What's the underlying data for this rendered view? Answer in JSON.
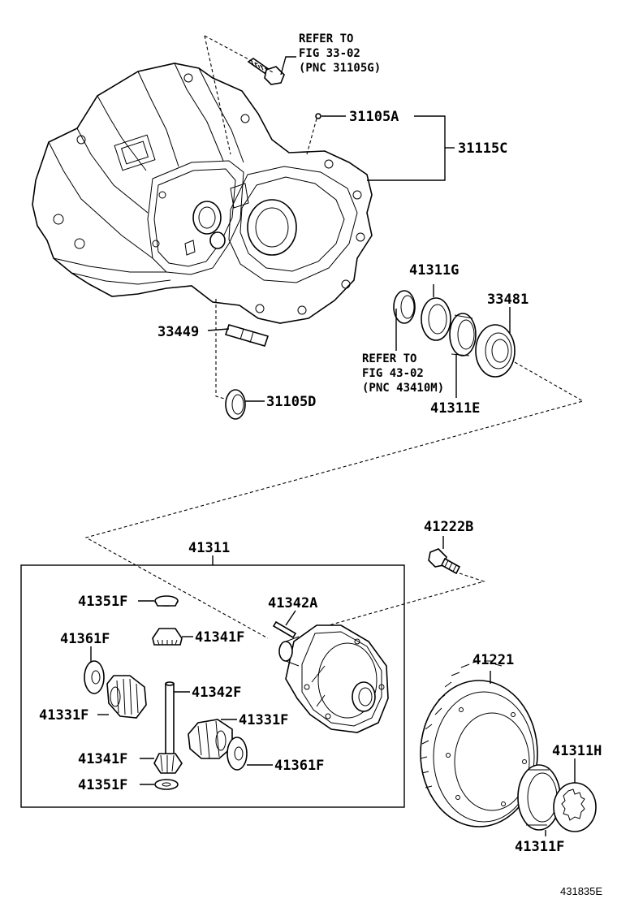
{
  "labels": {
    "refer1_line1": "REFER TO",
    "refer1_line2": "FIG 33-02",
    "refer1_line3": "(PNC 31105G)",
    "p31105A": "31105A",
    "p31115C": "31115C",
    "p41311G": "41311G",
    "p33481": "33481",
    "p33449": "33449",
    "refer2_line1": "REFER TO",
    "refer2_line2": "FIG 43-02",
    "refer2_line3": "(PNC 43410M)",
    "p41311E": "41311E",
    "p31105D": "31105D",
    "p41311": "41311",
    "p41222B": "41222B",
    "p41351F_top": "41351F",
    "p41342A": "41342A",
    "p41341F_top": "41341F",
    "p41361F_left": "41361F",
    "p41342F": "41342F",
    "p41331F_left": "41331F",
    "p41331F_right": "41331F",
    "p41341F_bottom": "41341F",
    "p41361F_right": "41361F",
    "p41351F_bottom": "41351F",
    "p41221": "41221",
    "p41311H": "41311H",
    "p41311F": "41311F",
    "diagram_code": "431835E"
  }
}
